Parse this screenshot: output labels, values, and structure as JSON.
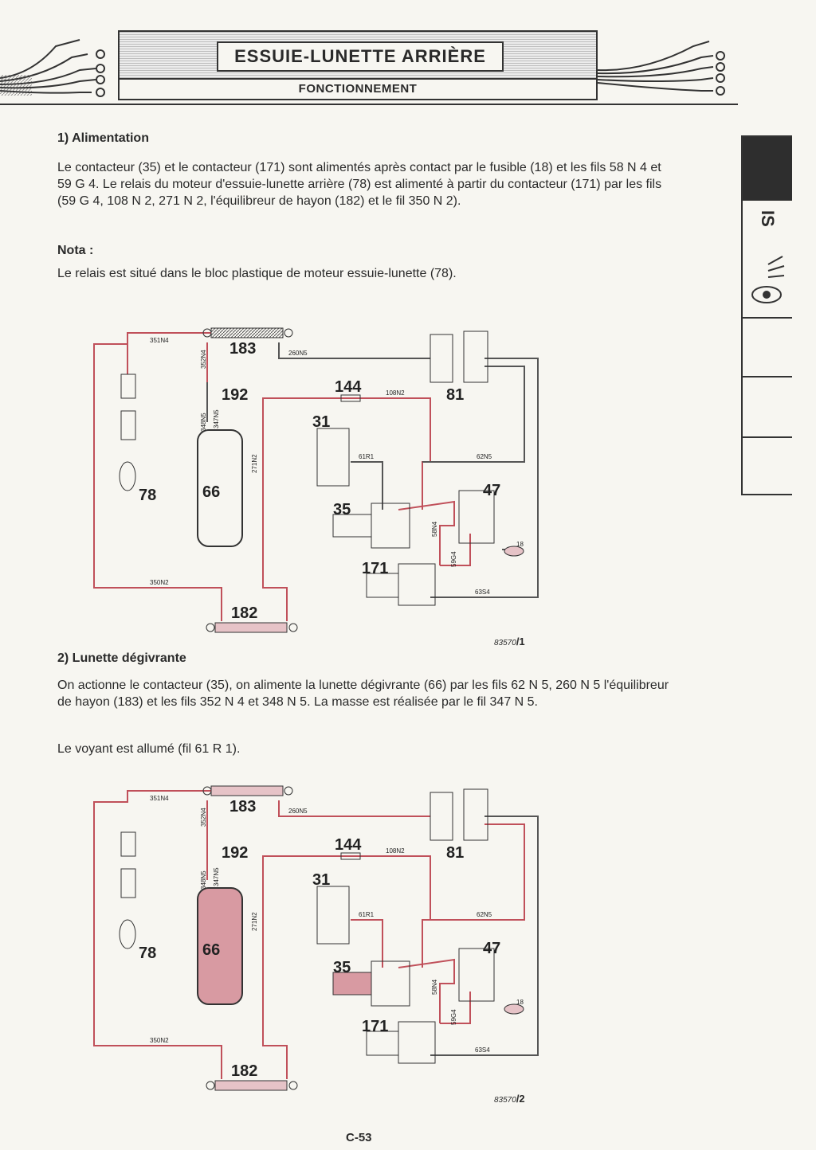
{
  "header": {
    "title": "ESSUIE-LUNETTE ARRIÈRE",
    "subtitle": "FONCTIONNEMENT"
  },
  "side_tab": {
    "label": "IS"
  },
  "section1": {
    "title": "1) Alimentation",
    "paragraph": "Le contacteur (35) et le contacteur (171) sont alimentés après contact par le fusible (18) et les fils 58 N 4 et 59 G 4. Le relais du moteur d'essuie-lunette arrière (78) est alimenté à partir du contacteur (171) par les fils (59 G 4, 108 N 2, 271 N 2, l'équilibreur de hayon (182) et le fil 350 N 2).",
    "nota_label": "Nota :",
    "nota_text": "Le relais est situé dans le bloc plastique de moteur essuie-lunette (78).",
    "figure_ref_small": "83570",
    "figure_ref_num": "/1"
  },
  "section2": {
    "title": "2) Lunette dégivrante",
    "paragraph": "On actionne le contacteur (35), on alimente la lunette dégivrante (66) par les fils 62 N 5, 260 N 5 l'équilibreur de hayon (183) et les fils 352 N 4 et 348 N 5. La masse est réalisée par le fil 347 N 5.",
    "paragraph2": "Le voyant est allumé (fil 61 R 1).",
    "figure_ref_small": "83570",
    "figure_ref_num": "/2"
  },
  "diagram_labels": {
    "c183": "183",
    "c192": "192",
    "c144": "144",
    "c81": "81",
    "c31": "31",
    "c78": "78",
    "c66": "66",
    "c35": "35",
    "c47": "47",
    "c171": "171",
    "c182": "182",
    "c18": "18",
    "w351": "351N4",
    "w352": "352N4",
    "w260": "260N5",
    "w108": "108N2",
    "w348": "348N5",
    "w347": "347N5",
    "w271": "271N2",
    "w61": "61R1",
    "w62": "62N5",
    "w58": "58N4",
    "w59": "59G4",
    "w63": "63S4",
    "w350": "350N2"
  },
  "colors": {
    "wire_active": "#c0505a",
    "wire_idle": "#555555",
    "defrost_fill": "#d89aa2"
  },
  "footer": {
    "page": "C-53"
  }
}
